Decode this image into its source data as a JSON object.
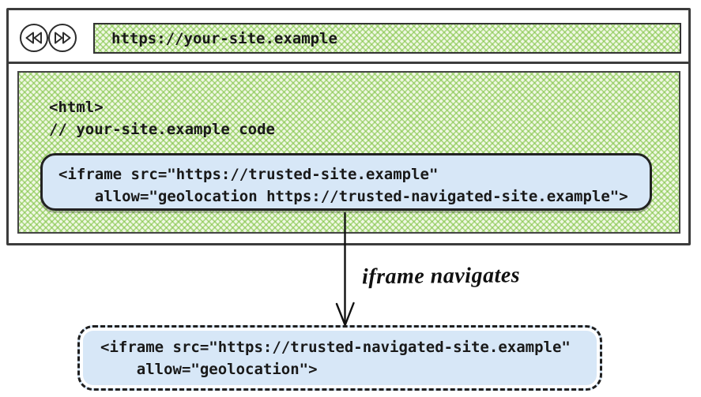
{
  "browser": {
    "nav": {
      "back_icon": "rewind-double-left",
      "forward_icon": "fast-forward-double-right"
    },
    "address": {
      "url": "https://your-site.example"
    },
    "page_code": {
      "line1": "<html>",
      "line2": "// your-site.example code"
    },
    "trusted_iframe": {
      "line1": "<iframe src=\"https://trusted-site.example\"",
      "line2": "    allow=\"geolocation https://trusted-navigated-site.example\">"
    }
  },
  "arrow": {
    "label": "iframe navigates"
  },
  "navigated_iframe": {
    "line1": "<iframe src=\"https://trusted-navigated-site.example\"",
    "line2": "    allow=\"geolocation\">"
  },
  "colors": {
    "weave_green": "#a5d471",
    "weave_base": "#f0f8e4",
    "iframe_blue": "#d7e7f7",
    "border_dark": "#3c3c3c",
    "text": "#191919"
  }
}
